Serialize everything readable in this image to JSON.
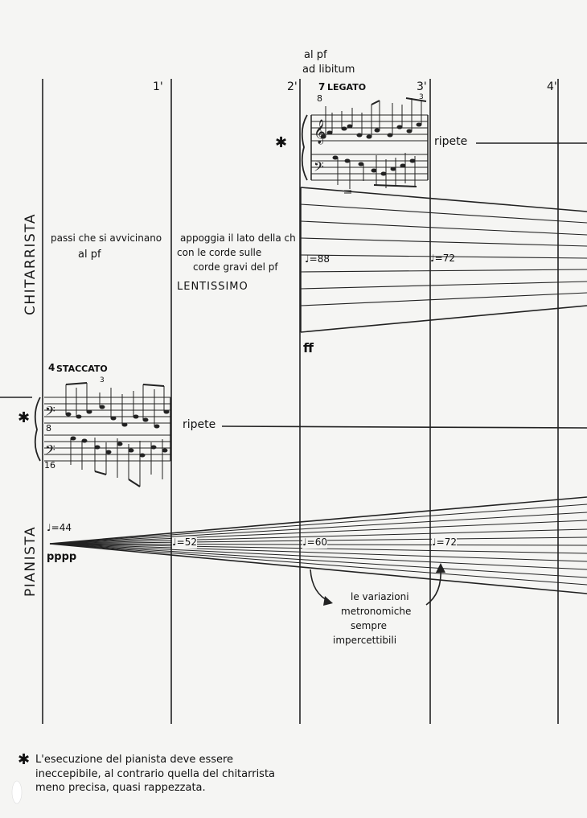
{
  "time_marks": [
    "1'",
    "2'",
    "3'",
    "4'"
  ],
  "performers": {
    "guitarist": "CHITARRISTA",
    "pianist": "PIANISTA"
  },
  "guitar_section": {
    "position_note": [
      "al pf",
      "ad libitum"
    ],
    "group_count": "7",
    "articulation": "LEGATO",
    "octave_mark": "8",
    "tuplet_mark": "3",
    "repeat_label": "ripete",
    "approach_text": [
      "passi che si avvicinano",
      "al pf"
    ],
    "instruction_text": [
      "appoggia il lato della ch",
      "con le corde sulle",
      "corde gravi del pf"
    ],
    "tempo_word": "LENTISSIMO",
    "tempo_start": "♩=88",
    "tempo_end": "♩=72",
    "dynamic": "ff"
  },
  "piano_section": {
    "group_count": "4",
    "articulation": "STACCATO",
    "octave_low": "8",
    "sixteen_mark": "16",
    "tuplet_mark": "3",
    "repeat_label": "ripete",
    "tempo_start": "♩=44",
    "tempo_1": "♩=52",
    "tempo_2": "♩=60",
    "tempo_3": "♩=72",
    "dynamic": "pppp",
    "note_lines": [
      "le variazioni",
      "metronomiche",
      "sempre",
      "impercettibili"
    ]
  },
  "footnote": {
    "marker": "✱",
    "text": "L'esecuzione del pianista deve essere ineccepibile, al contrario quella del chitarrista meno precisa, quasi rappezzata."
  }
}
